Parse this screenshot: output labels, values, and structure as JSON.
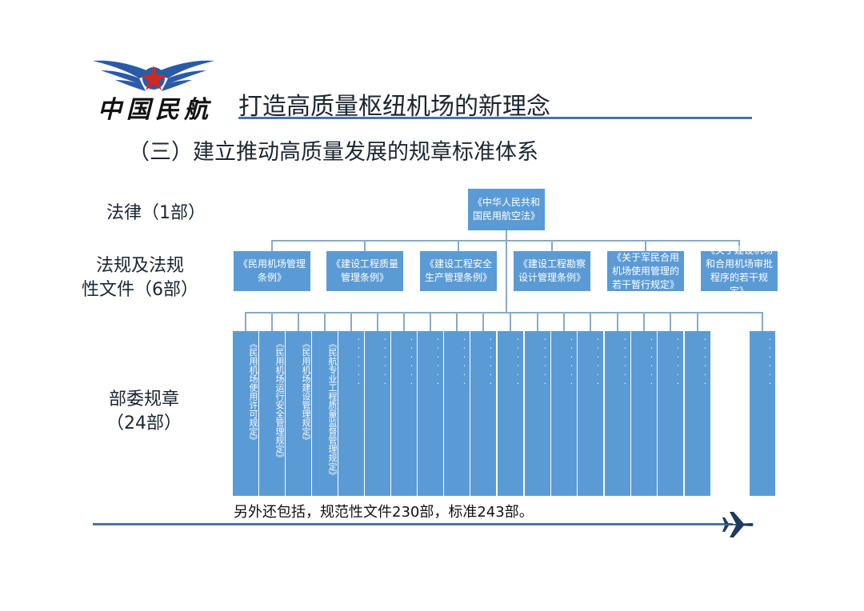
{
  "header": {
    "logo_text": "中国民航",
    "title": "打造高质量枢纽机场的新理念",
    "subtitle": "（三）建立推动高质量发展的规章标准体系"
  },
  "rows": {
    "law_label": "法律（1部）",
    "regulation_label_line1": "法规及法规",
    "regulation_label_line2": "性文件（6部）",
    "rules_label_line1": "部委规章",
    "rules_label_line2": "（24部）"
  },
  "law": {
    "text": "《中华人民共和国民用航空法》"
  },
  "regulations": [
    "《民用机场管理条例》",
    "《建设工程质量管理条例》",
    "《建设工程安全生产管理条例》",
    "《建设工程勘察设计管理条例》",
    "《关于军民合用机场使用管理的若干暂行规定》",
    "《关于建设机场和合用机场审批程序的若干规定》"
  ],
  "rules": [
    "《民用机场使用许可规定》",
    "《民用机场运行安全管理规定》",
    "《民用机场建设管理规定》",
    "《民航专业工程质量监督管理规定》",
    "······",
    "······",
    "······",
    "······",
    "······",
    "······",
    "······",
    "······",
    "······",
    "······",
    "······",
    "······",
    "······",
    "······",
    "······",
    "······"
  ],
  "footnote": "另外还包括，规范性文件230部，标准243部。",
  "colors": {
    "box": "#5b9bd5",
    "rule": "#4a73a6",
    "connector": "#8aa9c8",
    "logo_red": "#d9261c",
    "logo_blue": "#2b5aa8"
  }
}
